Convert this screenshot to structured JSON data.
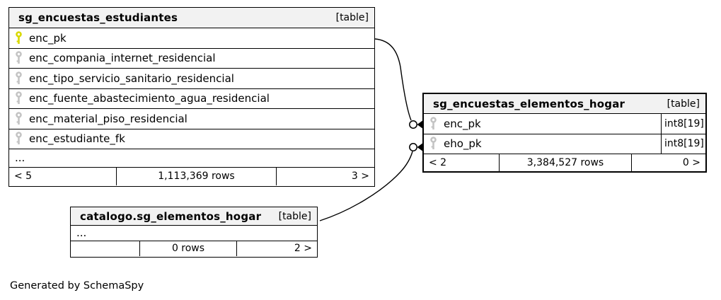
{
  "page": {
    "note": "Generated by SchemaSpy"
  },
  "colors": {
    "primary_key_icon": "#d9d900",
    "secondary_key_icon": "#c4c4c4",
    "header_background": "#f2f2f2",
    "border": "#000000",
    "background": "#ffffff"
  },
  "tables": [
    {
      "title": "sg_encuestas_estudiantes",
      "badge": "[table]",
      "columns": [
        {
          "name": "enc_pk",
          "icon": "primary-key"
        },
        {
          "name": "enc_compania_internet_residencial",
          "icon": "key"
        },
        {
          "name": "enc_tipo_servicio_sanitario_residencial",
          "icon": "key"
        },
        {
          "name": "enc_fuente_abastecimiento_agua_residencial",
          "icon": "key"
        },
        {
          "name": "enc_material_piso_residencial",
          "icon": "key"
        },
        {
          "name": "enc_estudiante_fk",
          "icon": "key"
        },
        {
          "name": "...",
          "icon": "none"
        }
      ],
      "footer": {
        "left": "< 5",
        "center": "1,113,369 rows",
        "right": "3 >"
      }
    },
    {
      "title": "sg_encuestas_elementos_hogar",
      "badge": "[table]",
      "columns": [
        {
          "name": "enc_pk",
          "icon": "key",
          "type": "int8[19]"
        },
        {
          "name": "eho_pk",
          "icon": "key",
          "type": "int8[19]"
        }
      ],
      "footer": {
        "left": "< 2",
        "center": "3,384,527 rows",
        "right": "0 >"
      }
    },
    {
      "title": "catalogo.sg_elementos_hogar",
      "badge": "[table]",
      "columns": [
        {
          "name": "...",
          "icon": "none"
        }
      ],
      "footer": {
        "left": "",
        "center": "0 rows",
        "right": "2 >"
      }
    }
  ],
  "relationships": [
    {
      "from": "sg_encuestas_estudiantes.enc_pk",
      "to": "sg_encuestas_elementos_hogar.enc_pk"
    },
    {
      "from": "catalogo.sg_elementos_hogar",
      "to": "sg_encuestas_elementos_hogar.eho_pk"
    }
  ]
}
